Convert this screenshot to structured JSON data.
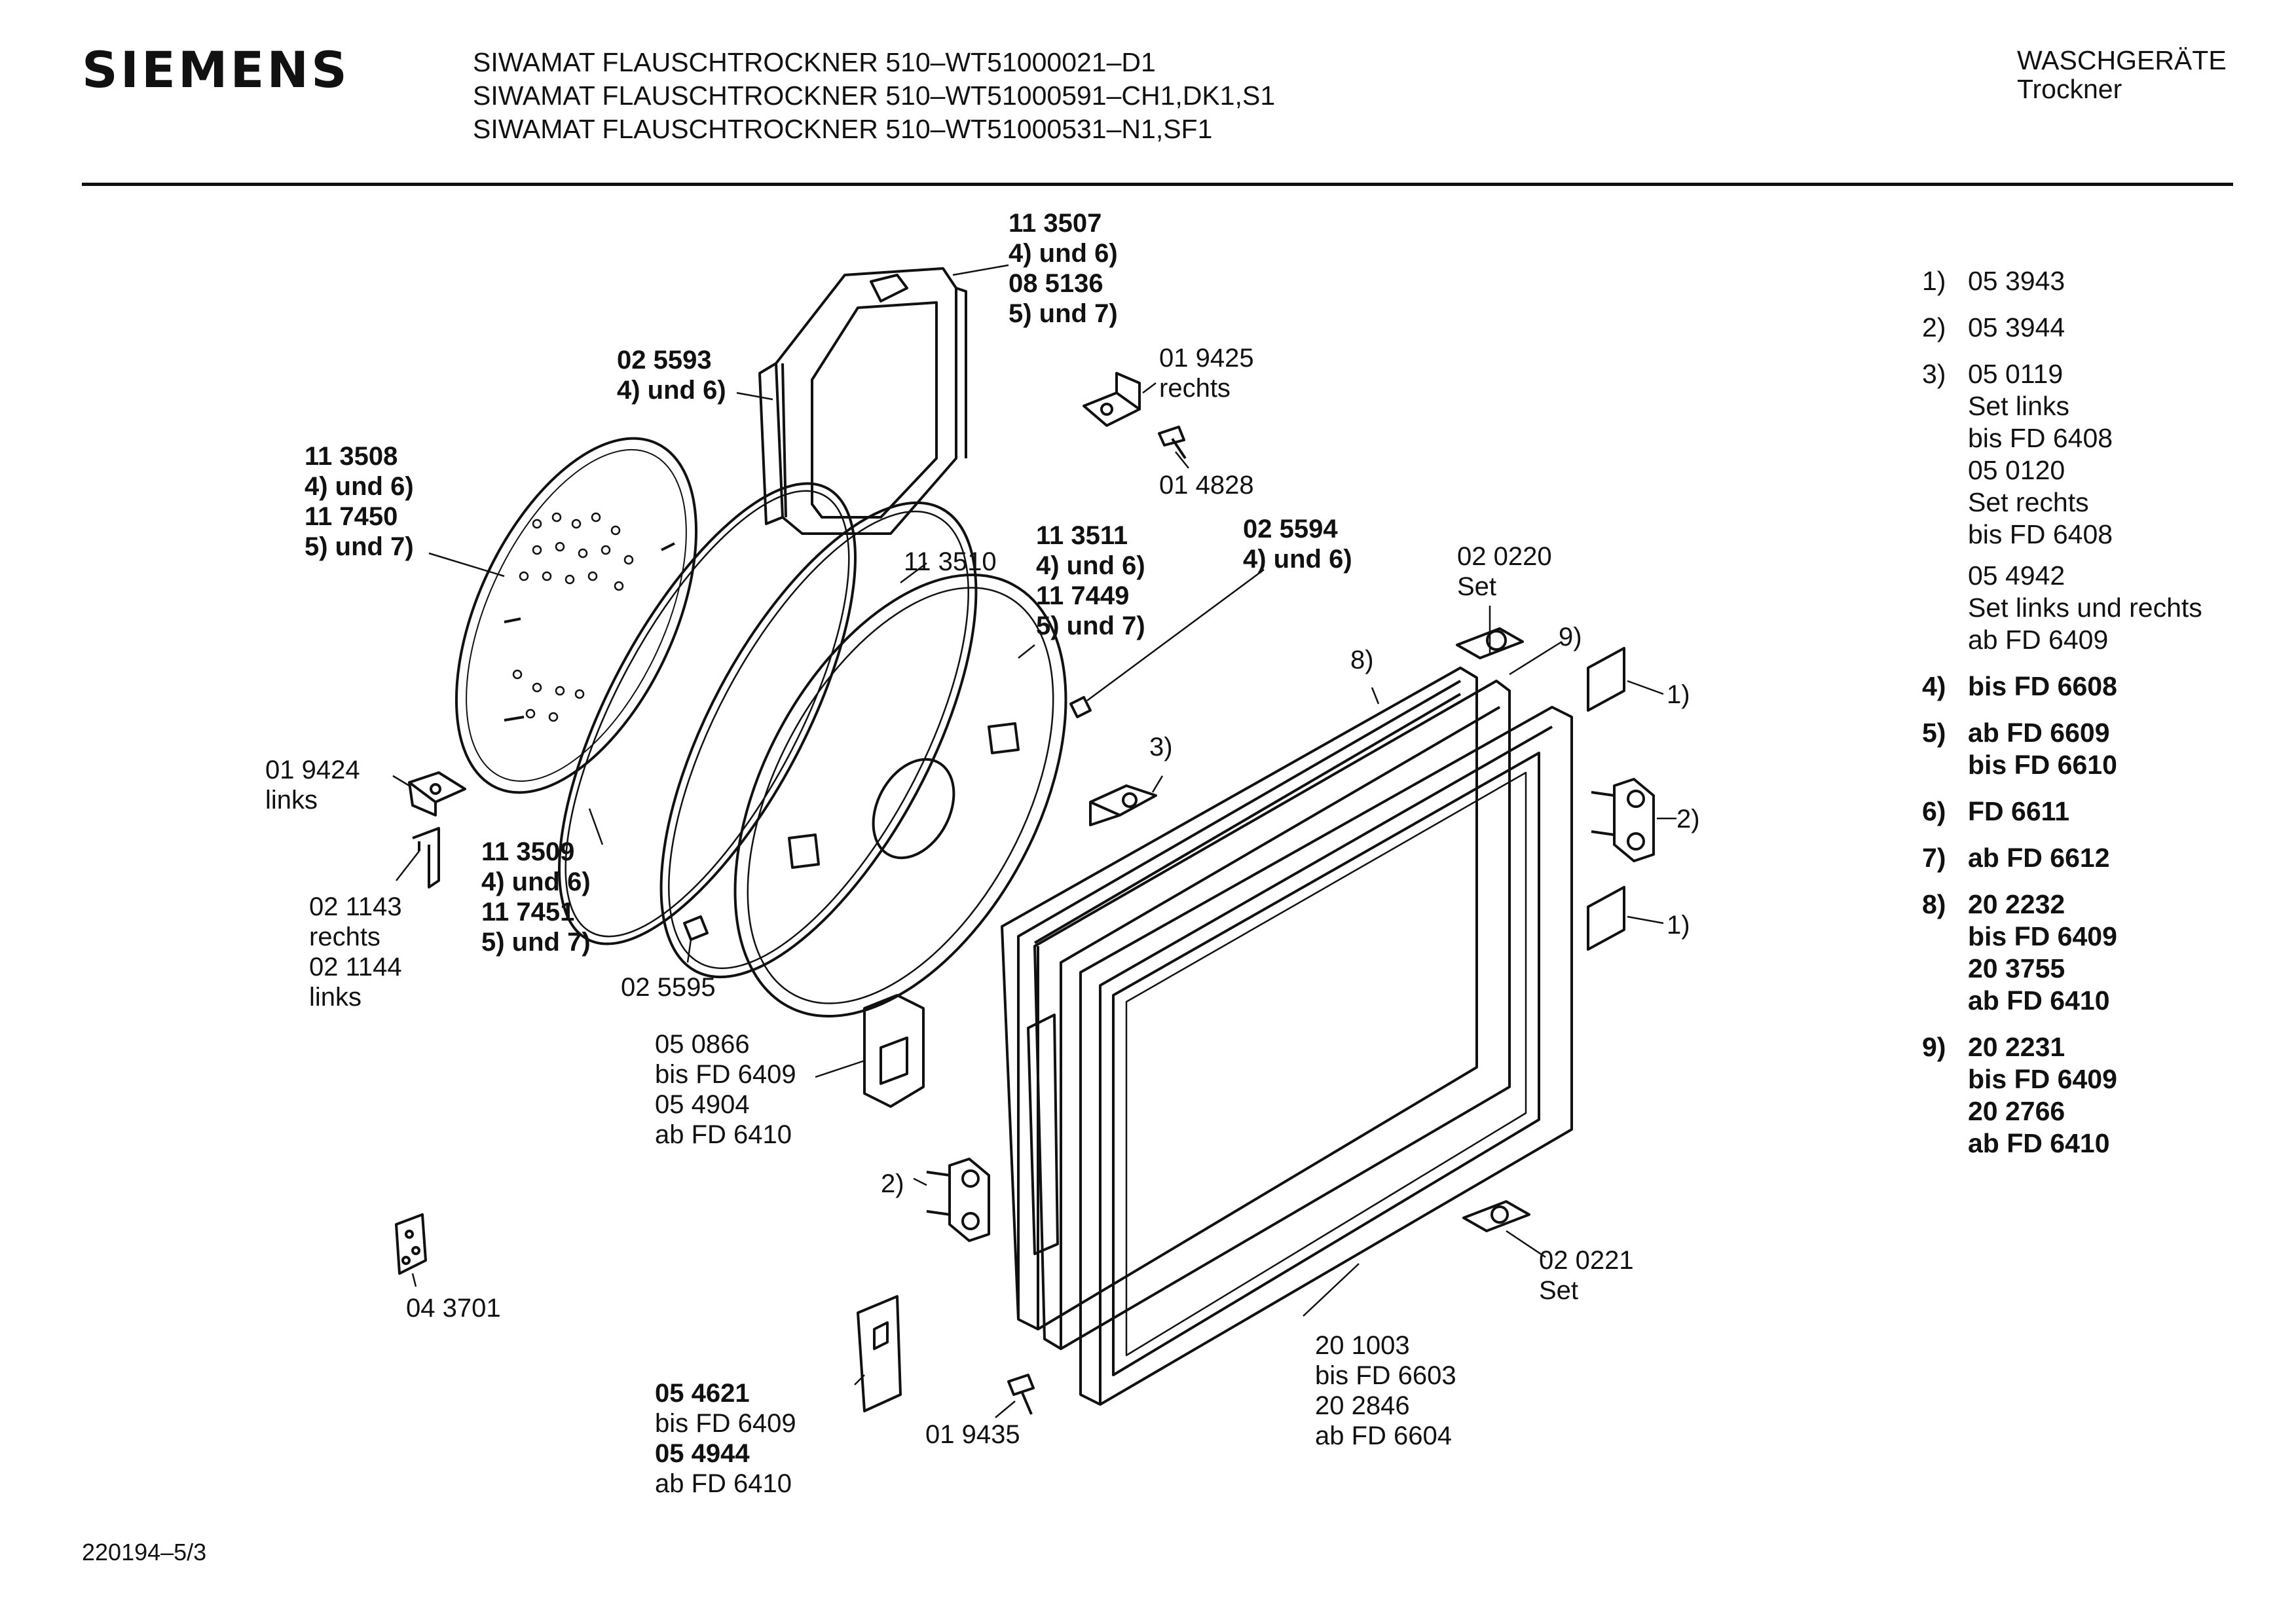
{
  "header": {
    "brand": "SIEMENS",
    "models": [
      "SIWAMAT FLAUSCHTROCKNER 510–WT51000021–D1",
      "SIWAMAT FLAUSCHTROCKNER 510–WT51000591–CH1,DK1,S1",
      "SIWAMAT FLAUSCHTROCKNER 510–WT51000531–N1,SF1"
    ],
    "category": "WASCHGERÄTE",
    "subcategory": "Trockner"
  },
  "labels": {
    "p113507": [
      "11 3507",
      "4) und 6)",
      "08 5136",
      "5) und 7)"
    ],
    "p025593": [
      "02 5593",
      "4) und 6)"
    ],
    "p019425": [
      "01 9425",
      "rechts"
    ],
    "p014828": "01 4828",
    "p113508": [
      "11 3508",
      "4) und 6)",
      "11 7450",
      "5) und 7)"
    ],
    "p113510": "11 3510",
    "p113511": [
      "11 3511",
      "4) und 6)",
      "11 7449",
      "5) und 7)"
    ],
    "p025594": [
      "02 5594",
      "4) und 6)"
    ],
    "p020220": [
      "02 0220",
      "Set"
    ],
    "ref8": "8)",
    "ref9": "9)",
    "ref1a": "1)",
    "ref1b": "1)",
    "ref2a": "2)",
    "ref2b": "2)",
    "ref3": "3)",
    "p019424": [
      "01 9424",
      "links"
    ],
    "p113509": [
      "11 3509",
      "4) und 6)",
      "11 7451",
      "5) und 7)"
    ],
    "p021143": [
      "02 1143",
      "rechts",
      "02 1144",
      "links"
    ],
    "p025595": "02 5595",
    "p050866": [
      "05 0866",
      "bis FD 6409",
      "05 4904",
      "ab FD 6410"
    ],
    "p043701": "04 3701",
    "p054621": [
      "05 4621",
      "bis FD 6409",
      "05 4944",
      "ab FD 6410"
    ],
    "p019435": "01 9435",
    "p201003": [
      "20 1003",
      "bis FD 6603",
      "20 2846",
      "ab FD 6604"
    ],
    "p020221": [
      "02 0221",
      "Set"
    ]
  },
  "legend": [
    {
      "key": "1)",
      "lines": [
        "05 3943"
      ],
      "bold": false
    },
    {
      "key": "2)",
      "lines": [
        "05 3944"
      ],
      "bold": false
    },
    {
      "key": "3)",
      "lines": [
        "05 0119",
        "Set links",
        "bis FD 6408",
        "05 0120",
        "Set rechts",
        "bis FD 6408",
        "05 4942",
        "Set links und rechts",
        "ab FD 6409"
      ],
      "bold": false
    },
    {
      "key": "4)",
      "lines": [
        "bis FD 6608"
      ],
      "bold": true
    },
    {
      "key": "5)",
      "lines": [
        "ab FD 6609",
        "bis FD 6610"
      ],
      "bold": true
    },
    {
      "key": "6)",
      "lines": [
        "FD 6611"
      ],
      "bold": true
    },
    {
      "key": "7)",
      "lines": [
        "ab FD 6612"
      ],
      "bold": true
    },
    {
      "key": "8)",
      "lines": [
        "20 2232",
        "bis FD 6409",
        "20 3755",
        "ab FD 6410"
      ],
      "bold": true
    },
    {
      "key": "9)",
      "lines": [
        "20 2231",
        "bis FD 6409",
        "20 2766",
        "ab FD 6410"
      ],
      "bold": true
    }
  ],
  "footer": {
    "doc_id": "220194–5/3"
  }
}
